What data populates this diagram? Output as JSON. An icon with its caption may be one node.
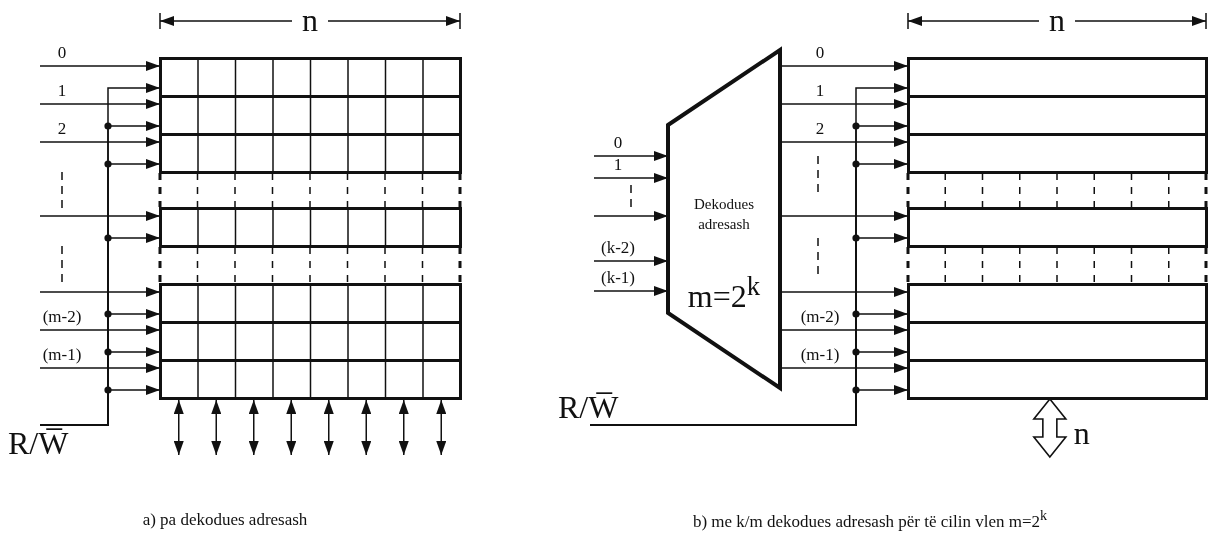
{
  "diagram": {
    "nodes": [
      {
        "text": [
          "R/W̅"
        ]
      },
      {
        "text": [],
        "shape": "box"
      },
      {
        "text": [],
        "shape": "box"
      },
      {
        "text": [],
        "shape": "box"
      },
      {
        "text": [],
        "shape": "box"
      },
      {
        "text": [],
        "shape": "box"
      },
      {
        "text": [],
        "shape": "box"
      },
      {
        "text": [],
        "shape": "box"
      },
      {
        "text": [
          "Dekodues adresash",
          "m=2$^{k}$"
        ]
      },
      {
        "text": [
          "R/W̅"
        ]
      },
      {
        "text": [],
        "shape": "bar"
      },
      {
        "text": [],
        "shape": "bar"
      },
      {
        "text": [],
        "shape": "bar"
      },
      {
        "text": [],
        "shape": "bar"
      },
      {
        "text": [],
        "shape": "bar"
      },
      {
        "text": [],
        "shape": "bar"
      },
      {
        "text": [],
        "shape": "bar"
      }
    ],
    "edges": [
      {
        "from": null,
        "to": 1,
        "arrow": "to",
        "label": "0"
      },
      {
        "from": null,
        "to": 2,
        "arrow": "to",
        "label": "1"
      },
      {
        "from": null,
        "to": 3,
        "arrow": "to",
        "label": "2"
      },
      {
        "from": null,
        "to": 4,
        "arrow": "to"
      },
      {
        "from": null,
        "to": 5,
        "arrow": "to"
      },
      {
        "from": null,
        "to": 6,
        "arrow": "to",
        "label": "(m-2)"
      },
      {
        "from": null,
        "to": 7,
        "arrow": "to",
        "label": "(m-1)"
      },
      {
        "from": 0,
        "to": 1,
        "arrow": "to"
      },
      {
        "from": 0,
        "to": 2,
        "arrow": "to"
      },
      {
        "from": 0,
        "to": 3,
        "arrow": "to"
      },
      {
        "from": 0,
        "to": 4,
        "arrow": "to"
      },
      {
        "from": 0,
        "to": 5,
        "arrow": "to"
      },
      {
        "from": 0,
        "to": 6,
        "arrow": "to"
      },
      {
        "from": 0,
        "to": 7,
        "arrow": "to"
      },
      {
        "from": 7,
        "to": null,
        "arrow": "both"
      },
      {
        "from": 7,
        "to": null,
        "arrow": "both"
      },
      {
        "from": 7,
        "to": null,
        "arrow": "both"
      },
      {
        "from": 7,
        "to": null,
        "arrow": "both"
      },
      {
        "from": 7,
        "to": null,
        "arrow": "both"
      },
      {
        "from": 7,
        "to": null,
        "arrow": "both"
      },
      {
        "from": 7,
        "to": null,
        "arrow": "both"
      },
      {
        "from": 7,
        "to": null,
        "arrow": "both"
      },
      {
        "from": null,
        "to": 8,
        "arrow": "to",
        "label": "0"
      },
      {
        "from": null,
        "to": 8,
        "arrow": "to",
        "label": "1"
      },
      {
        "from": null,
        "to": 8,
        "arrow": "to"
      },
      {
        "from": null,
        "to": 8,
        "arrow": "to",
        "label": "(k-2)"
      },
      {
        "from": null,
        "to": 8,
        "arrow": "to",
        "label": "(k-1)"
      },
      {
        "from": 8,
        "to": 10,
        "arrow": "to",
        "label": "0"
      },
      {
        "from": 8,
        "to": 11,
        "arrow": "to",
        "label": "1"
      },
      {
        "from": 8,
        "to": 12,
        "arrow": "to",
        "label": "2"
      },
      {
        "from": 8,
        "to": 13,
        "arrow": "to"
      },
      {
        "from": 8,
        "to": 14,
        "arrow": "to"
      },
      {
        "from": 8,
        "to": 15,
        "arrow": "to",
        "label": "(m-2)"
      },
      {
        "from": 8,
        "to": 16,
        "arrow": "to",
        "label": "(m-1)"
      },
      {
        "from": 9,
        "to": 10,
        "arrow": "to"
      },
      {
        "from": 9,
        "to": 11,
        "arrow": "to"
      },
      {
        "from": 9,
        "to": 12,
        "arrow": "to"
      },
      {
        "from": 9,
        "to": 13,
        "arrow": "to"
      },
      {
        "from": 9,
        "to": 14,
        "arrow": "to"
      },
      {
        "from": 9,
        "to": 15,
        "arrow": "to"
      },
      {
        "from": 9,
        "to": 16,
        "arrow": "to"
      },
      {
        "from": 16,
        "to": null,
        "arrow": "both",
        "label": "n",
        "style": "thick"
      }
    ],
    "labels": [
      "n",
      "n",
      "a) pa dekodues adresash",
      "b) me k/m dekodues adresash për të cilin vlen m=2$^{k}$"
    ]
  }
}
